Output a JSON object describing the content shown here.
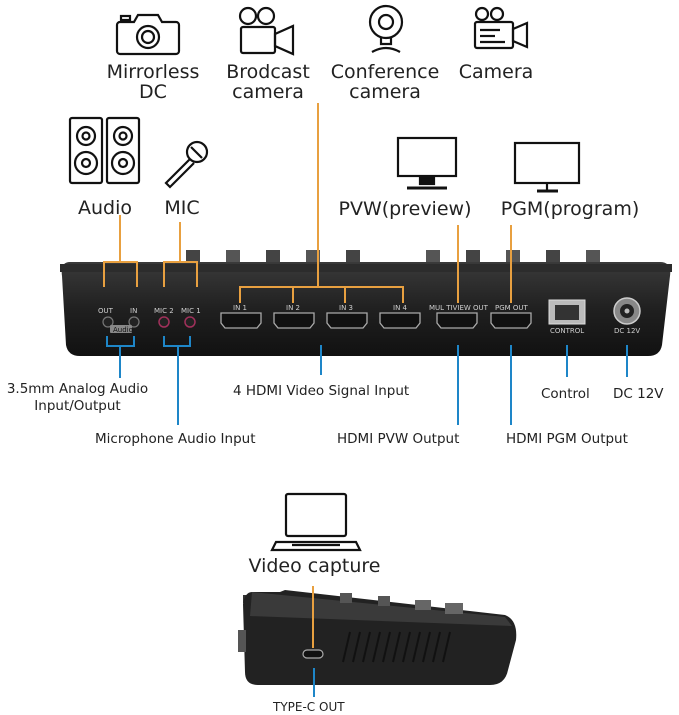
{
  "sources": [
    {
      "id": "mirrorless",
      "line1": "Mirrorless",
      "line2": "DC",
      "icon": "camera-icon"
    },
    {
      "id": "broadcast",
      "line1": "Brodcast",
      "line2": "camera",
      "icon": "video-camera-icon"
    },
    {
      "id": "conference",
      "line1": "Conference",
      "line2": "camera",
      "icon": "webcam-icon"
    },
    {
      "id": "camera",
      "line1": "Camera",
      "line2": "",
      "icon": "camcorder-icon"
    }
  ],
  "audio_devices": {
    "audio": "Audio",
    "mic": "MIC"
  },
  "monitors": {
    "pvw": "PVW(preview)",
    "pgm": "PGM(program)"
  },
  "port_labels": {
    "out": "OUT",
    "in": "IN",
    "audio": "Audio",
    "mic2": "MIC 2",
    "mic1": "MIC 1",
    "in1": "IN 1",
    "in2": "IN 2",
    "in3": "IN 3",
    "in4": "IN 4",
    "multiview_out": "MUL TIVIEW OUT",
    "pgm_out": "PGM OUT",
    "control": "CONTROL",
    "dc12v": "DC 12V"
  },
  "callouts": {
    "analog_audio_line1": "3.5mm Analog Audio",
    "analog_audio_line2": "Input/Output",
    "mic_input": "Microphone Audio Input",
    "hdmi_input": "4 HDMI Video Signal Input",
    "hdmi_pvw_output": "HDMI PVW Output",
    "hdmi_pgm_output": "HDMI PGM Output",
    "control": "Control",
    "dc": "DC 12V",
    "video_capture": "Video capture",
    "typec_out": "TYPE-C OUT"
  },
  "colors": {
    "orange": "#e8a040",
    "blue": "#1e86c8",
    "device": "#1c1c1c"
  }
}
